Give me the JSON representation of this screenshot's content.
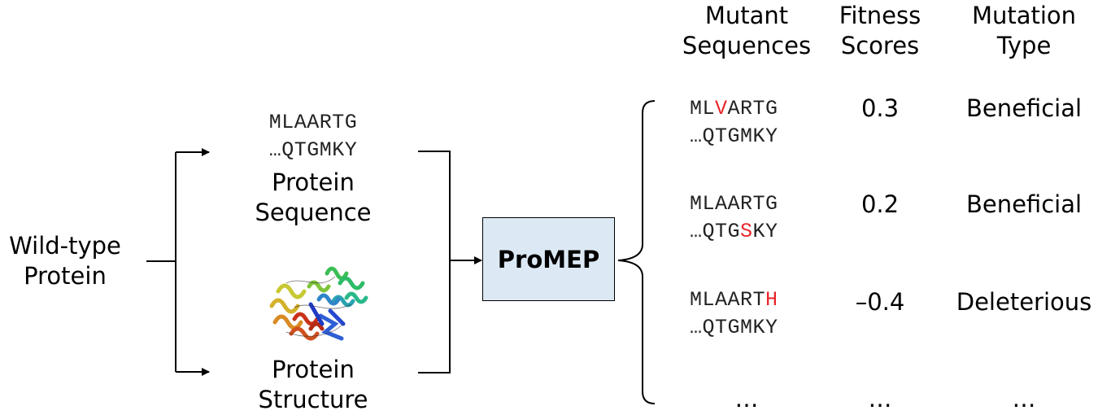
{
  "input": {
    "label_line1": "Wild-type",
    "label_line2": "Protein"
  },
  "sequence_branch": {
    "seq_line1": "MLAARTG",
    "seq_line2": "…QTGMKY",
    "label_line1": "Protein",
    "label_line2": "Sequence"
  },
  "structure_branch": {
    "icon": "protein-structure-ribbon-icon",
    "label_line1": "Protein",
    "label_line2": "Structure"
  },
  "model": {
    "name": "ProMEP",
    "box_color": "#dce9f5"
  },
  "headers": {
    "col1_line1": "Mutant",
    "col1_line2": "Sequences",
    "col2_line1": "Fitness",
    "col2_line2": "Scores",
    "col3_line1": "Mutation",
    "col3_line2": "Type"
  },
  "rows": [
    {
      "seq_line1_pre": "ML",
      "seq_line1_mut": "V",
      "seq_line1_post": "ARTG",
      "seq_line2_pre": "…QTGMKY",
      "seq_line2_mut": "",
      "seq_line2_post": "",
      "score": "0.3",
      "type": "Beneficial"
    },
    {
      "seq_line1_pre": "MLAARTG",
      "seq_line1_mut": "",
      "seq_line1_post": "",
      "seq_line2_pre": "…QTG",
      "seq_line2_mut": "S",
      "seq_line2_post": "KY",
      "score": "0.2",
      "type": "Beneficial"
    },
    {
      "seq_line1_pre": "MLAART",
      "seq_line1_mut": "H",
      "seq_line1_post": "",
      "seq_line2_pre": "…QTGMKY",
      "seq_line2_mut": "",
      "seq_line2_post": "",
      "score": "–0.4",
      "type": "Deleterious"
    }
  ],
  "ellipsis": {
    "col1": "…",
    "col2": "…",
    "col3": "…"
  },
  "colors": {
    "mutation_highlight": "#e8262a",
    "line": "#000000"
  }
}
